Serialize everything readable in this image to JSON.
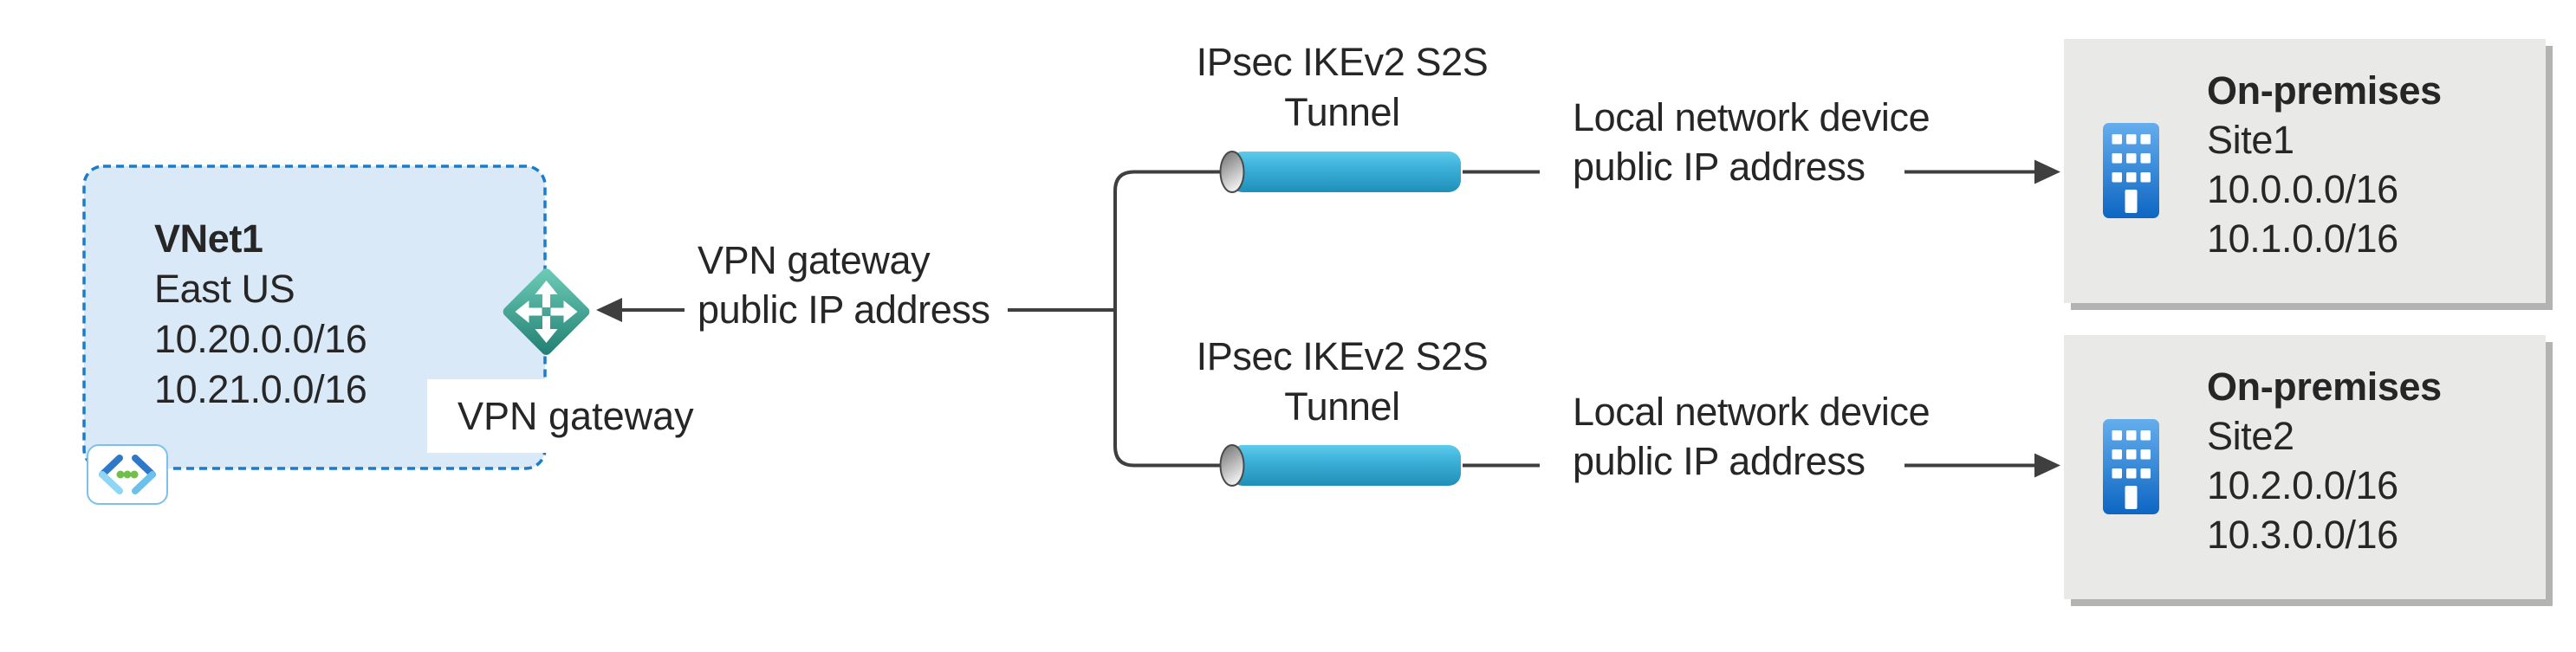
{
  "vnet": {
    "name": "VNet1",
    "region": "East US",
    "address_spaces": [
      "10.20.0.0/16",
      "10.21.0.0/16"
    ],
    "gateway_label": "VPN gateway"
  },
  "gateway_annotation": {
    "line1": "VPN gateway",
    "line2": "public IP address"
  },
  "tunnels": [
    {
      "label_line1": "IPsec IKEv2 S2S",
      "label_line2": "Tunnel",
      "device_line1": "Local network device",
      "device_line2": "public IP address"
    },
    {
      "label_line1": "IPsec IKEv2 S2S",
      "label_line2": "Tunnel",
      "device_line1": "Local network device",
      "device_line2": "public IP address"
    }
  ],
  "sites": [
    {
      "title": "On-premises",
      "name": "Site1",
      "address_spaces": [
        "10.0.0.0/16",
        "10.1.0.0/16"
      ]
    },
    {
      "title": "On-premises",
      "name": "Site2",
      "address_spaces": [
        "10.2.0.0/16",
        "10.3.0.0/16"
      ]
    }
  ],
  "icons": {
    "vpn_gateway": "vpn-gateway-icon",
    "virtual_network": "virtual-network-icon",
    "tunnel": "tunnel-cylinder-icon",
    "building": "building-icon"
  },
  "colors": {
    "vnet_fill": "#d9e9f7",
    "vnet_border": "#1b7ccb",
    "gateway_teal_light": "#6fcdb9",
    "gateway_teal_dark": "#1f7e71",
    "tunnel_blue_light": "#5ecbea",
    "tunnel_blue_dark": "#1f8fb8",
    "building_blue_light": "#65aeee",
    "building_blue_dark": "#0d66c2",
    "site_box_fill": "#e9e9e7",
    "site_box_shadow": "#b3b3b1",
    "line_color": "#3f3f3f",
    "text_color": "#262626",
    "vnet_icon_green": "#6fbf4a",
    "vnet_icon_blue": "#2e79c7",
    "vnet_icon_cyan": "#8fd6f6"
  }
}
